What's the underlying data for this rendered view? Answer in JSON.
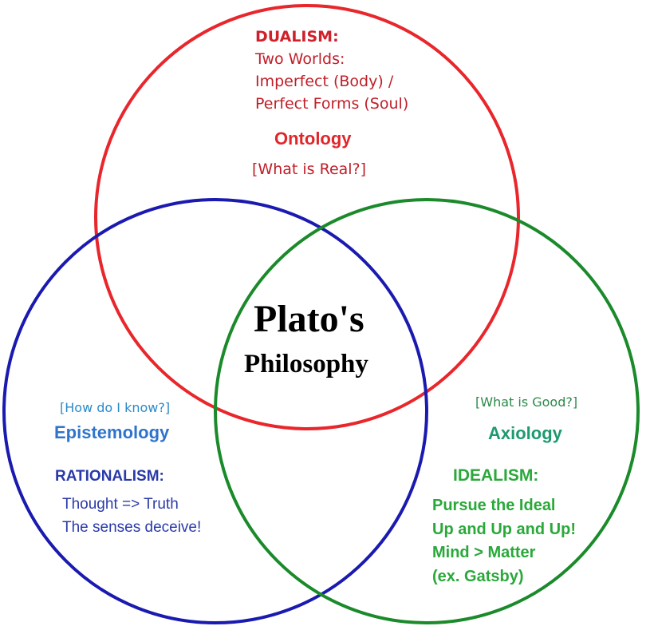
{
  "title": {
    "line1": "Plato's",
    "line2": "Philosophy"
  },
  "ontology": {
    "heading": "DUALISM:",
    "lines": [
      "Two Worlds:",
      "Imperfect (Body) /",
      "Perfect Forms (Soul)"
    ],
    "label": "Ontology",
    "question": "[What is Real?]",
    "color": "#e8262b"
  },
  "epistemology": {
    "question": "[How do I know?]",
    "label": "Epistemology",
    "heading": "RATIONALISM:",
    "lines": [
      "Thought => Truth",
      "The senses deceive!"
    ],
    "color": "#1a1ab0"
  },
  "axiology": {
    "question": "[What is Good?]",
    "label": "Axiology",
    "heading": "IDEALISM:",
    "lines": [
      "Pursue the Ideal",
      "Up and Up and Up!",
      "Mind > Matter",
      "(ex. Gatsby)"
    ],
    "color": "#1a8a2a"
  }
}
